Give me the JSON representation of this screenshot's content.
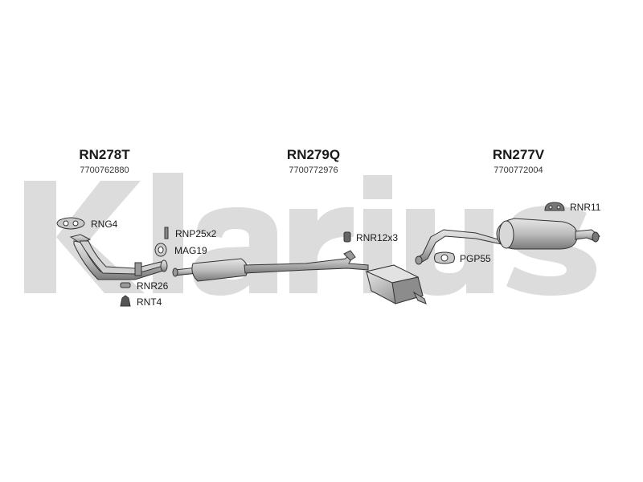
{
  "watermark": {
    "text": "Klarius",
    "color": "#d9d9d9"
  },
  "sections": [
    {
      "code": "RN278T",
      "oe_number": "7700762880"
    },
    {
      "code": "RN279Q",
      "oe_number": "7700772976"
    },
    {
      "code": "RN277V",
      "oe_number": "7700772004"
    }
  ],
  "parts": [
    {
      "label": "RNG4",
      "icon": "gasket-icon"
    },
    {
      "label": "RNP25x2",
      "icon": "bolt-icon"
    },
    {
      "label": "MAG19",
      "icon": "ring-gasket-icon"
    },
    {
      "label": "RNR26",
      "icon": "rubber-mount-icon"
    },
    {
      "label": "RNT4",
      "icon": "bracket-icon"
    },
    {
      "label": "RNR12x3",
      "icon": "rubber-mount-icon"
    },
    {
      "label": "PGP55",
      "icon": "gasket-icon"
    },
    {
      "label": "RNR11",
      "icon": "rubber-hanger-icon"
    }
  ],
  "colors": {
    "part_fill": "#bdbdbd",
    "part_stroke": "#333333",
    "text": "#1a1a1a"
  }
}
